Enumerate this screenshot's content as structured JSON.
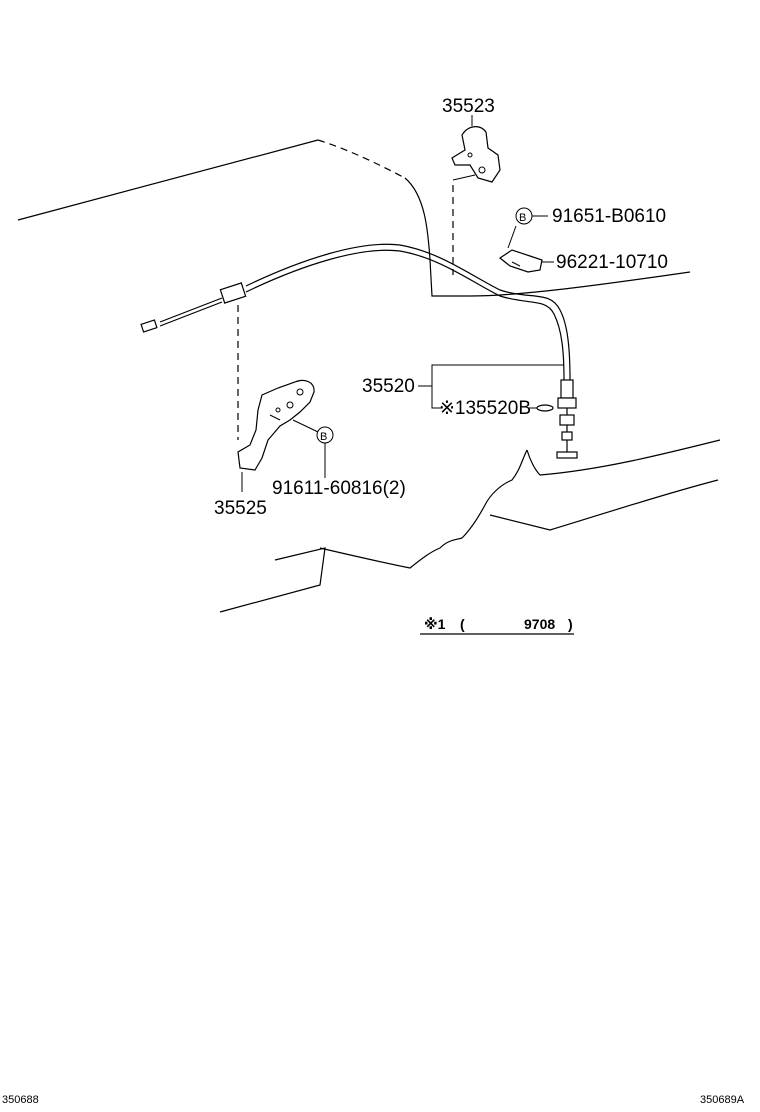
{
  "diagram": {
    "part_labels": {
      "bracket_upper": "35523",
      "clip_b0610": "91651-B0610",
      "grommet": "96221-10710",
      "cable": "35520",
      "cable_sub": "※135520B",
      "bolt": "91611-60816(2)",
      "bracket_lower": "35525"
    },
    "bolt_symbol": "B",
    "footnote": {
      "marker": "※1",
      "open": "(",
      "value": "9708",
      "close": ")"
    },
    "corner_codes": {
      "left": "350688",
      "right": "350689A"
    }
  }
}
